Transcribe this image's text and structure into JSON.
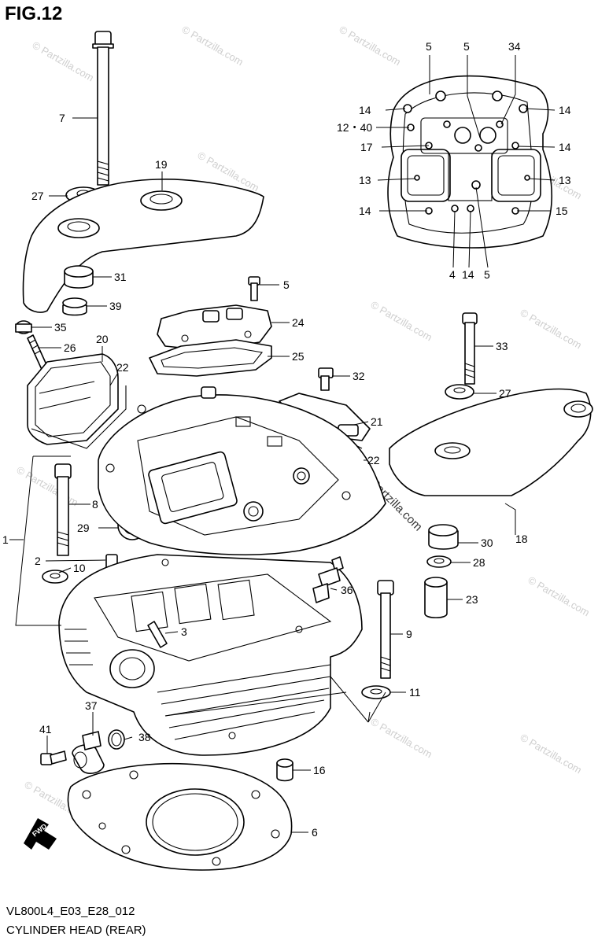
{
  "figure": {
    "title": "FIG.12",
    "code": "VL800L4_E03_E28_012",
    "name": "CYLINDER HEAD (REAR)",
    "watermark": "© Partzilla.com",
    "watermark_center": "Partzilla.com",
    "fwd_label": "FWD"
  },
  "callouts": {
    "p1": "1",
    "p2": "2",
    "p3": "3",
    "p4": "4",
    "p5a": "5",
    "p5b": "5",
    "p5c": "5",
    "p5d": "5",
    "p6": "6",
    "p7": "7",
    "p8": "8",
    "p9": "9",
    "p10": "10",
    "p11": "11",
    "p12_40": "12・40",
    "p13a": "13",
    "p13b": "13",
    "p14a": "14",
    "p14b": "14",
    "p14c": "14",
    "p14d": "14",
    "p14e": "14",
    "p15": "15",
    "p16": "16",
    "p17": "17",
    "p18": "18",
    "p19": "19",
    "p20": "20",
    "p21": "21",
    "p22a": "22",
    "p22b": "22",
    "p23": "23",
    "p24": "24",
    "p25": "25",
    "p26": "26",
    "p27a": "27",
    "p27b": "27",
    "p28": "28",
    "p29": "29",
    "p30": "30",
    "p31": "31",
    "p32": "32",
    "p33": "33",
    "p34": "34",
    "p35": "35",
    "p36": "36",
    "p37": "37",
    "p38": "38",
    "p39": "39",
    "p41": "41"
  }
}
